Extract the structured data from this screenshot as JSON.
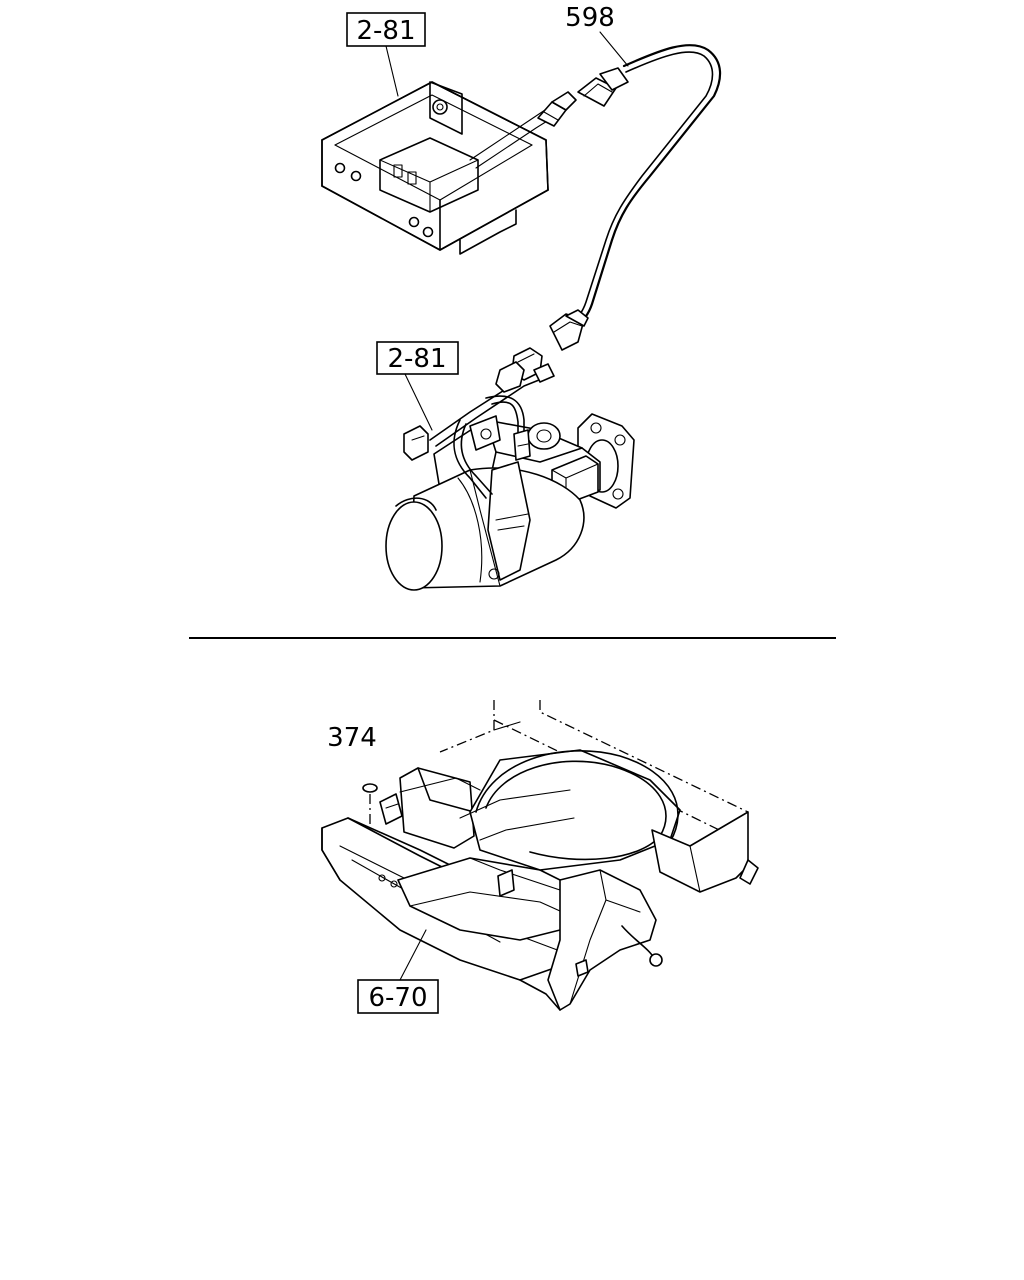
{
  "labels": {
    "ref_top": "2-81",
    "ref_mid": "2-81",
    "ref_bottom": "6-70",
    "part_598": "598",
    "part_374": "374"
  },
  "colors": {
    "line": "#000000",
    "background": "#ffffff"
  }
}
